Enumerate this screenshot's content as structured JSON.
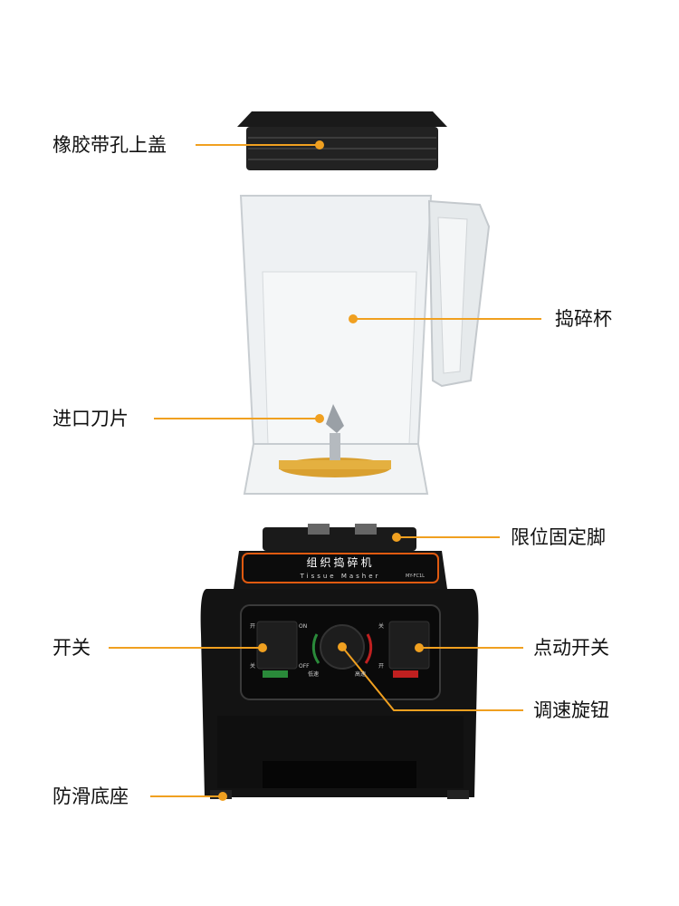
{
  "labels": {
    "lid": "橡胶带孔上盖",
    "jar": "捣碎杯",
    "blade": "进口刀片",
    "feet": "限位固定脚",
    "switch": "开关",
    "pulse": "点动开关",
    "knob": "调速旋钮",
    "base": "防滑底座"
  },
  "device": {
    "title_cn": "组织捣碎机",
    "title_en": "Tissue Masher",
    "model": "MY-FC1L",
    "on_cn": "开",
    "off_cn": "关",
    "on_en": "ON",
    "off_en": "OFF",
    "low": "低速",
    "high": "高速"
  },
  "colors": {
    "leader": "#f0a020",
    "body": "#111111",
    "accent": "#e05a10"
  }
}
